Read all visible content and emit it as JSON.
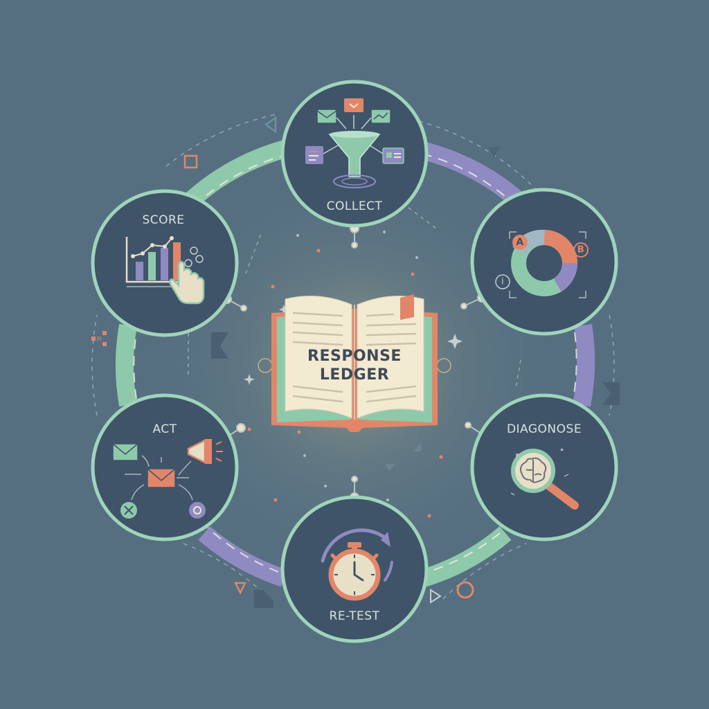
{
  "center": {
    "title_line1": "RESPONSE",
    "title_line2": "LEDGER",
    "icon": "open-book-icon"
  },
  "stages": [
    {
      "id": "collect",
      "label": "COLLECT",
      "icon": "funnel-icon"
    },
    {
      "id": "analyze",
      "label": "",
      "icon": "donut-chart-icon"
    },
    {
      "id": "diagnose",
      "label": "DIAGONOSE",
      "icon": "magnifier-brain-icon"
    },
    {
      "id": "retest",
      "label": "RE-TEST",
      "icon": "stopwatch-icon"
    },
    {
      "id": "act",
      "label": "ACT",
      "icon": "envelope-megaphone-icon"
    },
    {
      "id": "score",
      "label": "SCORE",
      "icon": "bar-chart-hand-icon"
    }
  ],
  "donut_tags": [
    "A",
    "B",
    "i"
  ],
  "colors": {
    "background": "#566f80",
    "node_fill": "#3f5468",
    "node_ring": "#9fd4bb",
    "ring_green": "#8fc9ac",
    "ring_purple": "#8f8bc2",
    "accent_orange": "#e2866a",
    "cream": "#f3ead2"
  }
}
